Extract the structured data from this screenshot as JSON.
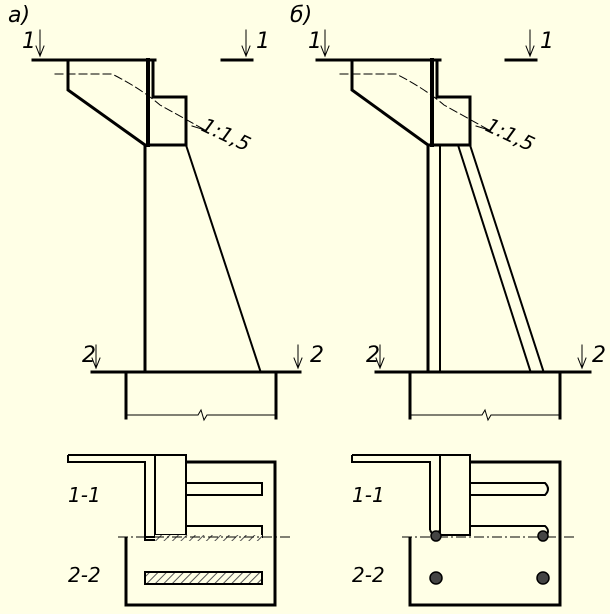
{
  "colors": {
    "background": "#FFFFE6",
    "ink": "#000000",
    "hatch": "#555555"
  },
  "variant_a": {
    "label": "а)",
    "section_1": "1",
    "section_2": "2",
    "slope": "1:1,5",
    "plan_1_1": "1-1",
    "plan_2_2": "2-2"
  },
  "variant_b": {
    "label": "б)",
    "section_1": "1",
    "section_2": "2",
    "slope": "1:1,5",
    "plan_1_1": "1-1",
    "plan_2_2": "2-2"
  }
}
